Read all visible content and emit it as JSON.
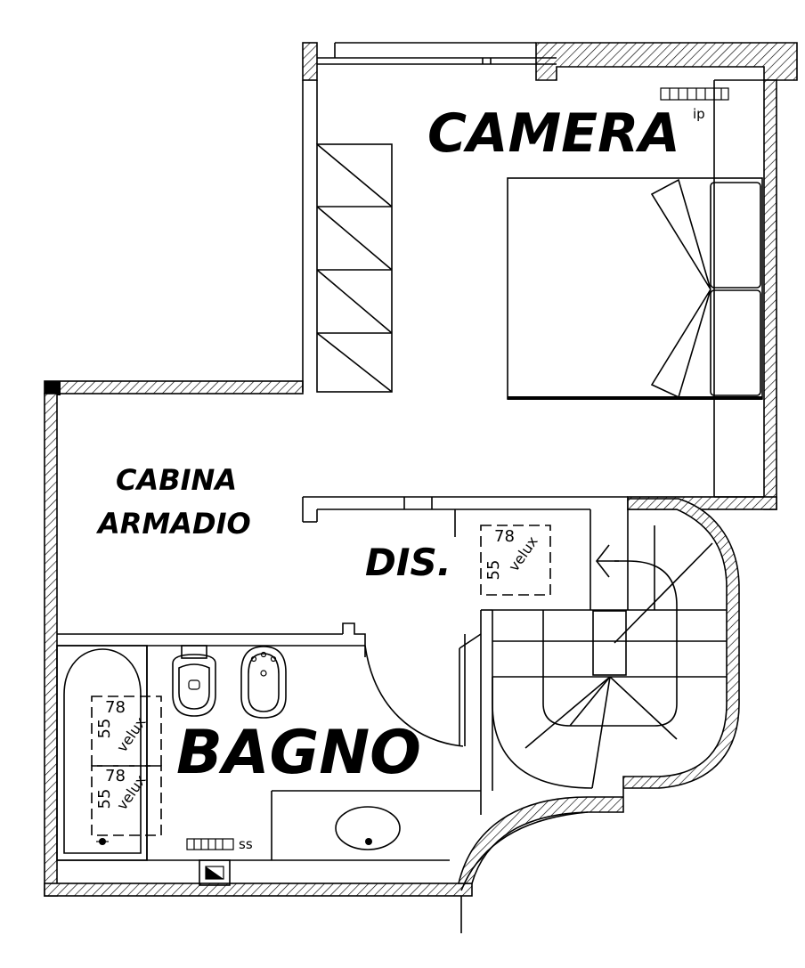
{
  "rooms": {
    "camera": "CAMERA",
    "cabina_line1": "CABINA",
    "cabina_line2": "ARMADIO",
    "dis": "DIS.",
    "bagno": "BAGNO"
  },
  "velux": [
    {
      "width": "78",
      "height": "55",
      "label": "velux"
    },
    {
      "width": "78",
      "height": "55",
      "label": "velux"
    },
    {
      "width": "78",
      "height": "55",
      "label": "velux"
    }
  ],
  "radiators": {
    "camera": "ip",
    "bagno": "ss"
  }
}
